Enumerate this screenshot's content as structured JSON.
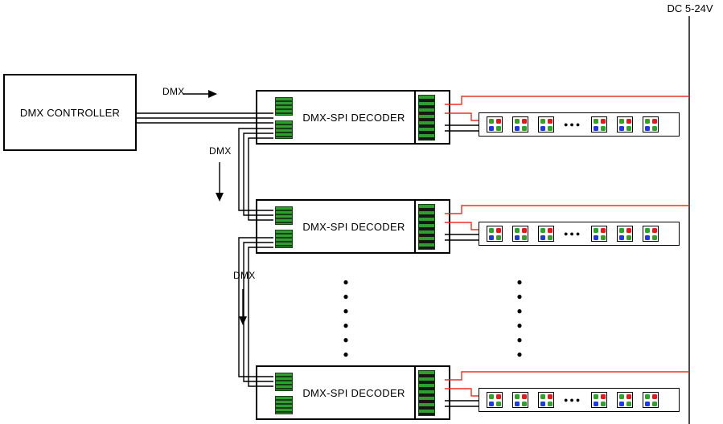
{
  "power": {
    "label": "DC 5-24V"
  },
  "controller": {
    "label": "DMX CONTROLLER"
  },
  "dmx_labels": {
    "out": "DMX",
    "chain1": "DMX",
    "chain2": "DMX"
  },
  "decoders": [
    {
      "label": "DMX-SPI DECODER"
    },
    {
      "label": "DMX-SPI DECODER"
    },
    {
      "label": "DMX-SPI DECODER"
    }
  ],
  "led_strip": {
    "ellipsis": "●●●",
    "modules_per_group": 3,
    "dot_colors": [
      "#33a02c",
      "#e31a1c",
      "#1f3ccf",
      "#33a02c"
    ]
  },
  "continuation": {
    "dots": "●●●●●●"
  },
  "colors": {
    "wire_black": "#000000",
    "wire_red": "#ee3124",
    "connector_green": "#2f9e2f",
    "connector_dark": "#143f14",
    "box_border": "#000000"
  }
}
